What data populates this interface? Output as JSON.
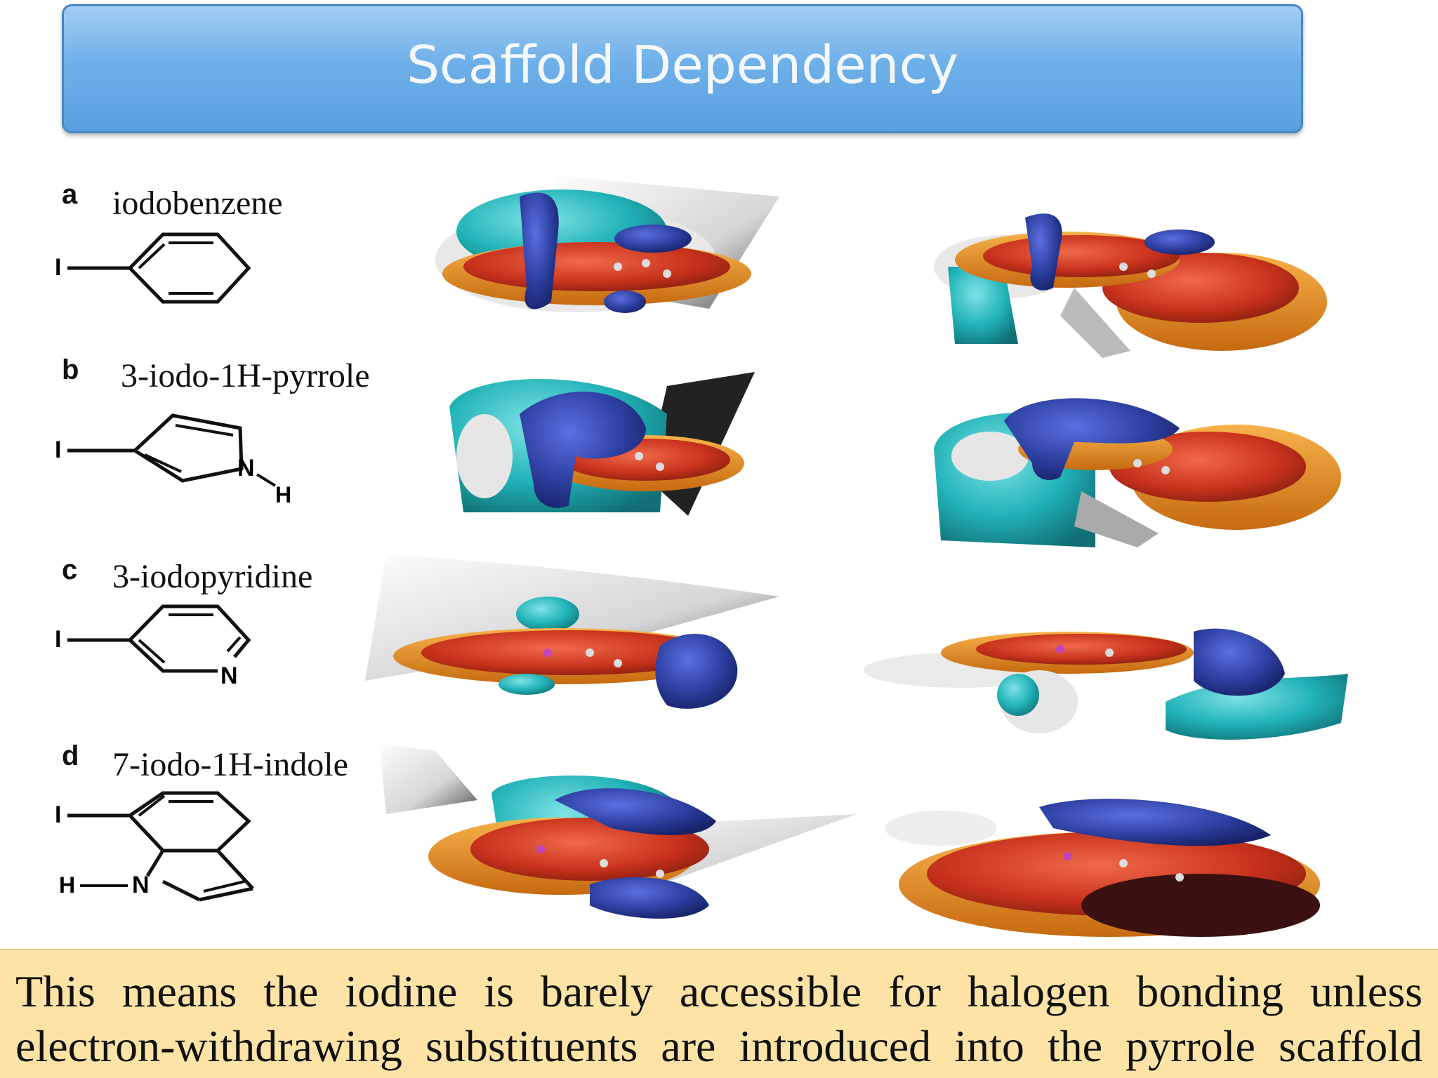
{
  "title": "Scaffold Dependency",
  "rows": [
    {
      "letter": "a",
      "name": "iodobenzene"
    },
    {
      "letter": "b",
      "name": "3-iodo-1H-pyrrole"
    },
    {
      "letter": "c",
      "name": "3-iodopyridine"
    },
    {
      "letter": "d",
      "name": "7-iodo-1H-indole"
    }
  ],
  "atoms": {
    "iodine": "I",
    "nitrogen": "N",
    "hydrogen": "H"
  },
  "caption": "This means the iodine is barely accessible for halogen bonding unless electron-withdrawing substituents are introduced into the pyrrole scaffold",
  "colors": {
    "title_bar": "#6fb0ea",
    "caption_bg": "#fde3a5",
    "blue_lobe": "#2d3fa0",
    "teal_lobe": "#21b3b8",
    "red_lobe": "#c8321c",
    "orange_lobe": "#e68a1e"
  }
}
